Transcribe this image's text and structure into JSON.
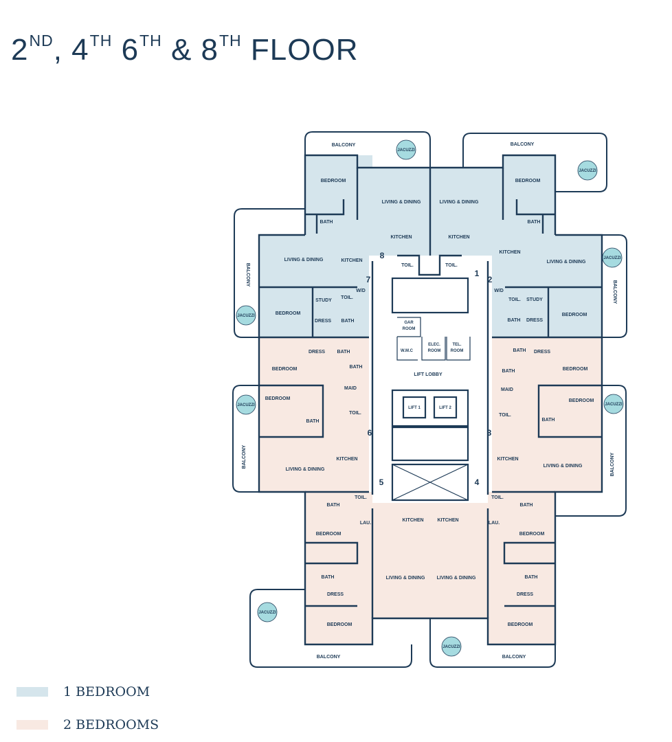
{
  "title": {
    "parts": [
      {
        "num": "2",
        "sup": "ND",
        "sep": ", "
      },
      {
        "num": "4",
        "sup": "TH",
        "sep": " "
      },
      {
        "num": "6",
        "sup": "TH",
        "sep": " & "
      },
      {
        "num": "8",
        "sup": "TH",
        "sep": " "
      }
    ],
    "suffix": "FLOOR"
  },
  "colors": {
    "wall": "#1d3a56",
    "one_bedroom": "#d5e5ec",
    "two_bedroom": "#f8e9e2",
    "jacuzzi": "#a6dbe0",
    "text": "#1d3a56"
  },
  "legend": [
    {
      "label": "1 BEDROOM",
      "color": "#d5e5ec"
    },
    {
      "label": "2 BEDROOMS",
      "color": "#f8e9e2"
    }
  ],
  "plan": {
    "balconies": [
      "BALCONY",
      "BALCONY",
      "BALCONY",
      "BALCONY",
      "BALCONY",
      "BALCONY",
      "BALCONY",
      "BALCONY"
    ],
    "jacuzzis": [
      "JACUZZI",
      "JACUZZI",
      "JACUZZI",
      "JACUZZI",
      "JACUZZI",
      "JACUZZI",
      "JACUZZI",
      "JACUZZI"
    ],
    "units": [
      "1",
      "2",
      "3",
      "4",
      "5",
      "6",
      "7",
      "8"
    ],
    "core": {
      "gar_room": [
        "GAR",
        "ROOM"
      ],
      "wmc": "W.M.C",
      "elec_room": [
        "ELEC.",
        "ROOM"
      ],
      "tel_room": [
        "TEL.",
        "ROOM"
      ],
      "lift_lobby": "LIFT LOBBY",
      "lift1": "LIFT 1",
      "lift2": "LIFT 2"
    },
    "rooms": {
      "tl_bedroom": "BEDROOM",
      "tl_bath": "BATH",
      "tl_living": "LIVING & DINING",
      "tl_kitchen": "KITCHEN",
      "tr_living": "LIVING & DINING",
      "tr_kitchen": "KITCHEN",
      "tr_bedroom": "BEDROOM",
      "tr_bath": "BATH",
      "tc_toil_l": "TOIL.",
      "tc_toil_r": "TOIL.",
      "lu_living": "LIVING & DINING",
      "lu_kitchen": "KITCHEN",
      "lu_study": "STUDY",
      "lu_toil": "TOIL.",
      "lu_wd": "W/D",
      "lu_bedroom": "BEDROOM",
      "lu_dress": "DRESS",
      "lu_bath": "BATH",
      "ru_kitchen": "KITCHEN",
      "ru_living": "LIVING & DINING",
      "ru_wd": "W/D",
      "ru_toil": "TOIL.",
      "ru_study": "STUDY",
      "ru_bath": "BATH",
      "ru_dress": "DRESS",
      "ru_bedroom": "BEDROOM",
      "ll_dress": "DRESS",
      "ll_bath1": "BATH",
      "ll_bedroom1": "BEDROOM",
      "ll_bath2": "BATH",
      "ll_maid": "MAID",
      "ll_bedroom2": "BEDROOM",
      "ll_bath3": "BATH",
      "ll_toil": "TOIL.",
      "ll_kitchen": "KITCHEN",
      "ll_living": "LIVING & DINING",
      "rl_bath1": "BATH",
      "rl_dress": "DRESS",
      "rl_bath2": "BATH",
      "rl_bedroom1": "BEDROOM",
      "rl_maid": "MAID",
      "rl_bedroom2": "BEDROOM",
      "rl_toil": "TOIL.",
      "rl_bath3": "BATH",
      "rl_kitchen": "KITCHEN",
      "rl_living": "LIVING & DINING",
      "bl_toil": "TOIL.",
      "bl_bath1": "BATH",
      "bl_lau": "LAU.",
      "bl_kitchen": "KITCHEN",
      "bl_bedroom1": "BEDROOM",
      "bl_bath2": "BATH",
      "bl_dress": "DRESS",
      "bl_living": "LIVING & DINING",
      "bl_bedroom2": "BEDROOM",
      "br_kitchen": "KITCHEN",
      "br_toil": "TOIL.",
      "br_lau": "LAU.",
      "br_bath1": "BATH",
      "br_bedroom1": "BEDROOM",
      "br_living": "LIVING & DINING",
      "br_bath2": "BATH",
      "br_dress": "DRESS",
      "br_bedroom2": "BEDROOM"
    }
  }
}
